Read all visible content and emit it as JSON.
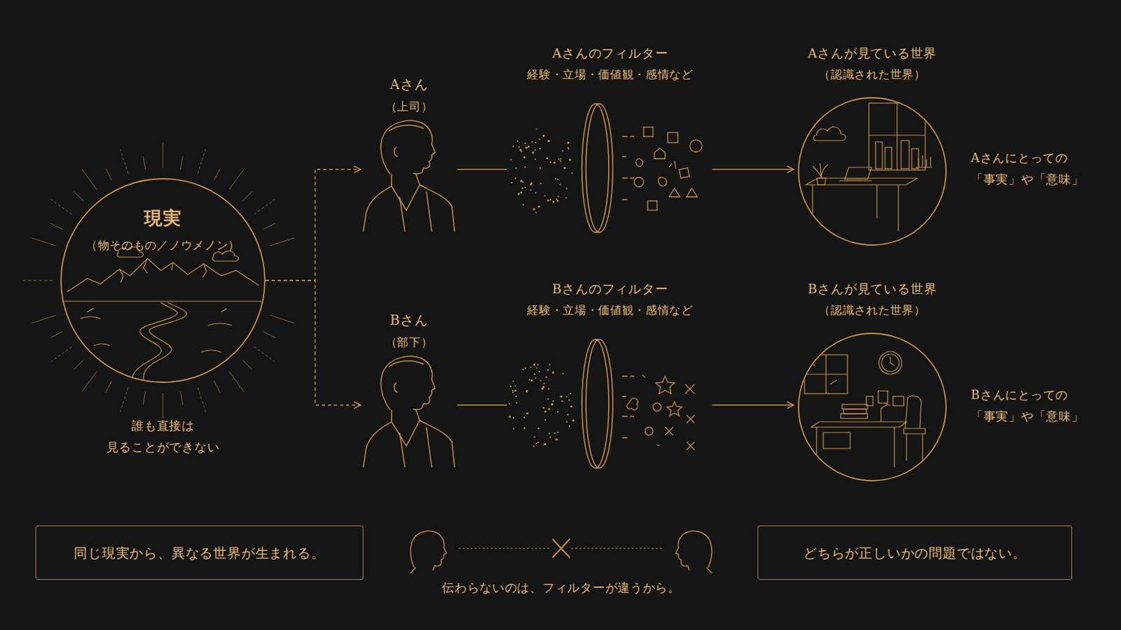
{
  "diagram": {
    "nodes": [
      {
        "text": [
          "現実",
          "（物そのもの／ノウメノン）"
        ]
      },
      {
        "text": [
          "Aさん",
          "（上司）"
        ]
      },
      {
        "text": [
          "Aさんのフィルター",
          "経験・立場・価値観・感情など"
        ]
      },
      {
        "text": [
          "Aさんが見ている世界",
          "（認識された世界）"
        ]
      },
      {
        "text": [
          "Bさん",
          "（部下）"
        ]
      },
      {
        "text": [
          "Bさんのフィルター",
          "経験・立場・価値観・感情など"
        ]
      },
      {
        "text": [
          "Bさんが見ている世界",
          "（認識された世界）"
        ]
      },
      {
        "text": [
          "同じ現実から、異なる世界が生まれる。"
        ]
      },
      {
        "text": [
          "どちらが正しいかの問題ではない。"
        ]
      }
    ],
    "edges": [
      {
        "from": 0,
        "to": 1,
        "arrow": "to"
      },
      {
        "from": 0,
        "to": 4,
        "arrow": "to"
      },
      {
        "from": 1,
        "to": 2,
        "arrow": "none"
      },
      {
        "from": 2,
        "to": 3,
        "arrow": "to"
      },
      {
        "from": 4,
        "to": 5,
        "arrow": "none"
      },
      {
        "from": 5,
        "to": 6,
        "arrow": "to"
      }
    ],
    "labels": [
      "誰も直接は 見ることができない",
      "Aさんにとっての 「事実」や「意味」",
      "Bさんにとっての 「事実」や「意味」",
      "伝わらないのは、フィルターが違うから。"
    ]
  }
}
